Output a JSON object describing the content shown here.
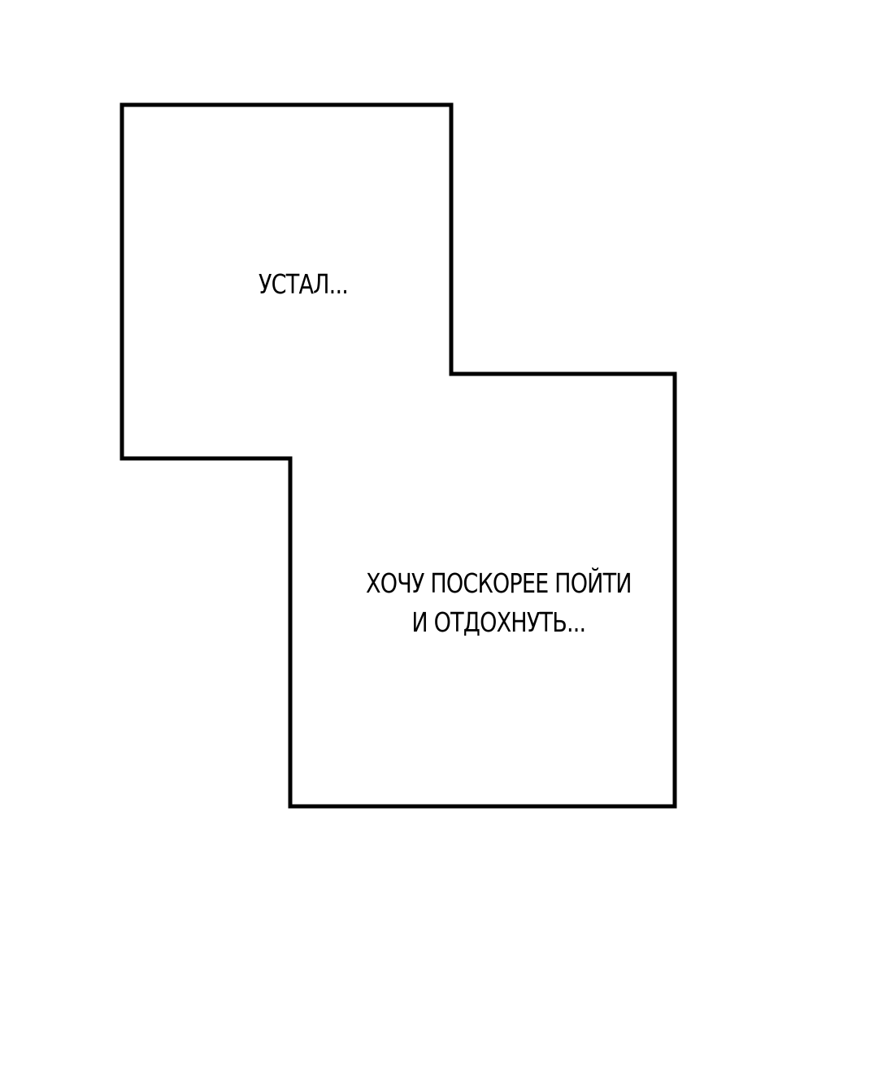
{
  "page": {
    "background_color": "#ffffff",
    "ink_color": "#000000"
  },
  "panel": {
    "caption_1": "УСТАЛ...",
    "caption_2": {
      "line_1": "ХОЧУ ПОСКОРЕЕ ПОЙТИ",
      "line_2": "И ОТДОХНУТЬ..."
    }
  }
}
